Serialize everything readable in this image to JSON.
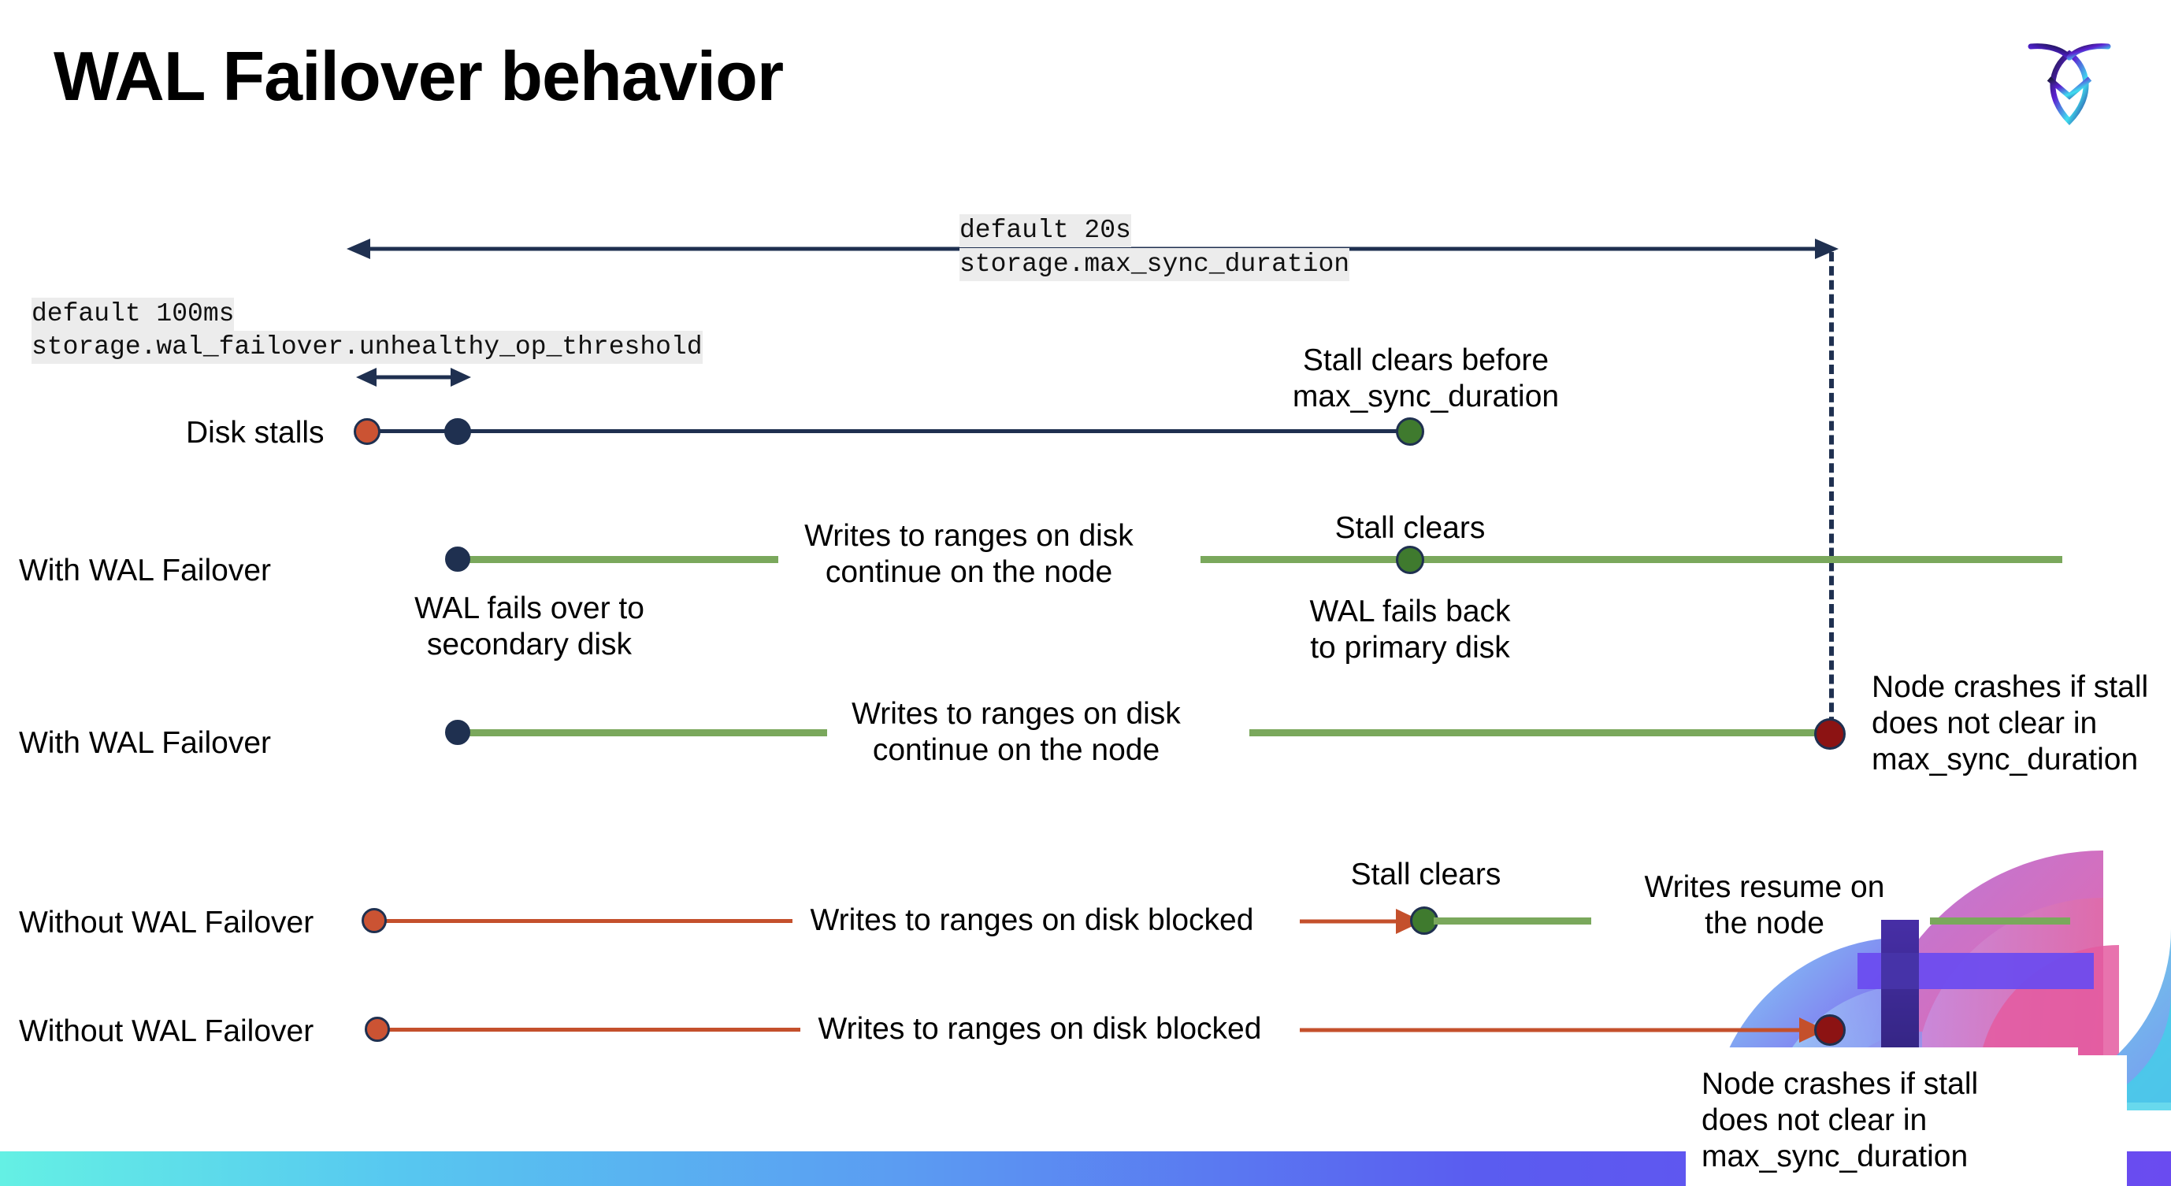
{
  "slide": {
    "title": "WAL Failover behavior",
    "logo_icon": "cockroachdb-logo-icon",
    "accent_colors": {
      "navy": "#1f3050",
      "green_line": "#7aa85c",
      "green_dot": "#3f7a2e",
      "orange_line": "#c4502c",
      "orange_dot": "#cb5333",
      "dark_red_dot": "#8c1313",
      "mono_highlight": "#ececec",
      "bar_gradient_start": "#64f0e4",
      "bar_gradient_end": "#6a4bf0"
    }
  },
  "settings": {
    "max_sync_duration": {
      "default_line": "default 20s",
      "name_line": "storage.max_sync_duration"
    },
    "unhealthy_op_threshold": {
      "default_line": "default 100ms",
      "name_line": "storage.wal_failover.unhealthy_op_threshold"
    }
  },
  "rows": [
    {
      "id": "disk-stalls",
      "label": "Disk stalls",
      "annotations": [
        "Stall clears before\nmax_sync_duration"
      ]
    },
    {
      "id": "with-wal-failover-1",
      "label": "With WAL Failover",
      "annotations": [
        "WAL fails over to\nsecondary disk",
        "Writes to ranges on disk\ncontinue on the node",
        "Stall clears",
        "WAL fails  back\nto primary disk"
      ]
    },
    {
      "id": "with-wal-failover-2",
      "label": "With WAL Failover",
      "annotations": [
        "Writes to ranges on disk\ncontinue on the node",
        "Node crashes if stall\ndoes not clear in\nmax_sync_duration"
      ]
    },
    {
      "id": "without-wal-failover-1",
      "label": "Without WAL Failover",
      "annotations": [
        "Writes to ranges on disk  blocked",
        "Stall clears",
        "Writes resume on\nthe node"
      ]
    },
    {
      "id": "without-wal-failover-2",
      "label": "Without WAL Failover",
      "annotations": [
        "Writes to ranges on disk  blocked",
        "Node crashes if stall\ndoes not clear in\nmax_sync_duration"
      ]
    }
  ],
  "icons": {
    "double_arrow": "double-headed-arrow-icon",
    "left_arrow": "left-arrowhead-icon",
    "right_arrow": "right-arrowhead-icon",
    "dashed_connector": "dashed-vertical-connector-icon"
  }
}
